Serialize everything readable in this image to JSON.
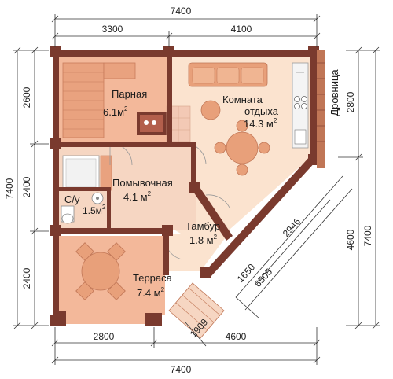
{
  "dimensions": {
    "top_total": "7400",
    "top_left": "3300",
    "top_right": "4100",
    "bottom_total": "7400",
    "bottom_left": "2800",
    "bottom_right": "4600",
    "left_total": "7400",
    "left_top": "2600",
    "left_mid": "2400",
    "left_bot": "2400",
    "right_total": "7400",
    "right_top": "2800",
    "right_bot": "4600",
    "diag_outer": "6505",
    "diag_inner": "2946",
    "diag_small": "1650",
    "diag_bottom": "1909"
  },
  "rooms": {
    "parnaya": {
      "name": "Парная",
      "area": "6.1м",
      "exp": "2"
    },
    "komnata": {
      "name1": "Комната",
      "name2": "отдыха",
      "area": "14.3 м",
      "exp": "2"
    },
    "pomyvochnaya": {
      "name": "Помывочная",
      "area": "4.1 м",
      "exp": "2"
    },
    "su": {
      "name": "С/у",
      "area": "1.5м",
      "exp": "2"
    },
    "tambur": {
      "name": "Тамбур",
      "area": "1.8 м",
      "exp": "2"
    },
    "terrasa": {
      "name": "Терраса",
      "area": "7.4 м",
      "exp": "2"
    },
    "drovnitsa": {
      "name": "Дровница"
    }
  },
  "colors": {
    "wall": "#7a3a2e",
    "floor": "#fbe3cf",
    "wood_floor": "#f3b89a"
  }
}
